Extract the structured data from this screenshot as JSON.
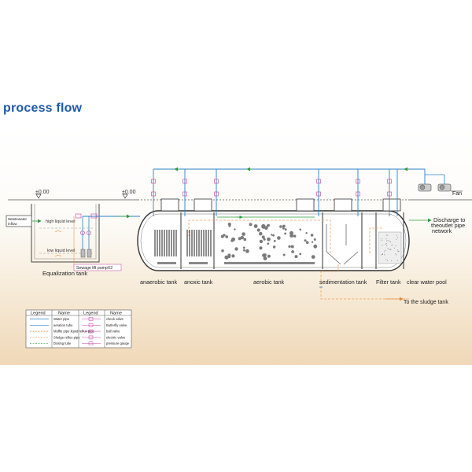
{
  "page_title": "process flow",
  "elevations": {
    "left": "±0.00",
    "right": "±0.00"
  },
  "inflow_label_line1": "Wastewater",
  "inflow_label_line2": "inflow",
  "levels": {
    "high": "high liquid level",
    "low": "low liquid level"
  },
  "pump_label": "Sewage lift pumpX2",
  "equalization_label": "Equalization tank",
  "fan_label": "Fan",
  "discharge_label_line1": "Discharge to",
  "discharge_label_line2": "theoutlet pipe",
  "discharge_label_line3": "network",
  "sludge_label": "To the sludge tank",
  "tanks": {
    "anaerobic": "anaerobic tank",
    "anoxic": "anoxic tank",
    "aerobic": "aerobic tank",
    "sedimentation": "sedimentation tank",
    "filter": "Filter tank",
    "clear": "clear water pool"
  },
  "legend": {
    "headers": [
      "Legend",
      "Name",
      "Legend",
      "Name"
    ],
    "left_names": [
      "Water pipe",
      "aeration tube",
      "Muffle pipe liquid reflux pipe",
      "Sludge reflux pipe",
      "Dosing tube"
    ],
    "right_names": [
      "check valve",
      "Butterfly valve",
      "ball valve",
      "electric valve",
      "pressure gauge"
    ]
  },
  "colors": {
    "title": "#1f5aa6",
    "water_pipe": "#2b7fc7",
    "reflux_pipe": "#f0a060",
    "valve": "#c23fa0",
    "aeration": "#2e9a3e",
    "tank_outline": "#333333"
  },
  "icons": [
    "check-valve-icon",
    "butterfly-valve-icon",
    "ball-valve-icon",
    "electric-valve-icon",
    "pressure-gauge-icon",
    "fan-blower-icon",
    "pump-icon",
    "flow-arrow-icon"
  ]
}
